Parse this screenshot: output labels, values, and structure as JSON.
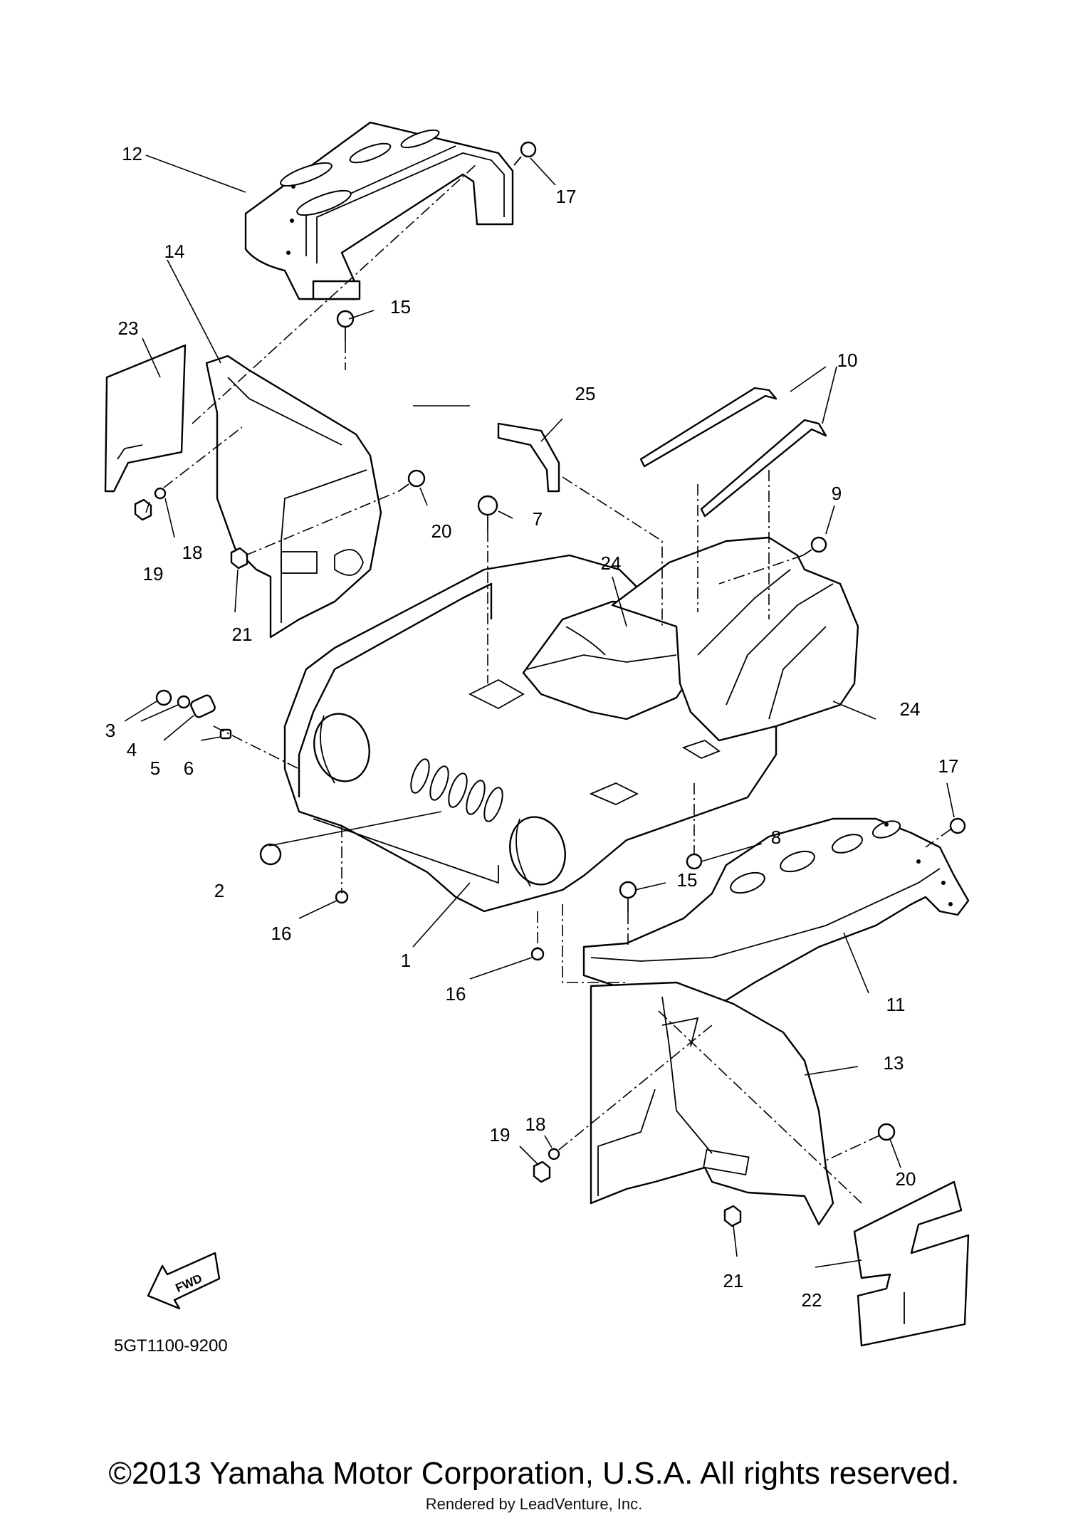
{
  "diagram": {
    "code": "5GT1100-9200",
    "fwd_label": "FWD",
    "callouts": [
      {
        "id": "c1",
        "label": "1"
      },
      {
        "id": "c2",
        "label": "2"
      },
      {
        "id": "c3",
        "label": "3"
      },
      {
        "id": "c4",
        "label": "4"
      },
      {
        "id": "c5",
        "label": "5"
      },
      {
        "id": "c6",
        "label": "6"
      },
      {
        "id": "c7",
        "label": "7"
      },
      {
        "id": "c8",
        "label": "8"
      },
      {
        "id": "c9",
        "label": "9"
      },
      {
        "id": "c10",
        "label": "10"
      },
      {
        "id": "c11",
        "label": "11"
      },
      {
        "id": "c12",
        "label": "12"
      },
      {
        "id": "c13",
        "label": "13"
      },
      {
        "id": "c14",
        "label": "14"
      },
      {
        "id": "c15a",
        "label": "15"
      },
      {
        "id": "c15b",
        "label": "15"
      },
      {
        "id": "c16a",
        "label": "16"
      },
      {
        "id": "c16b",
        "label": "16"
      },
      {
        "id": "c17a",
        "label": "17"
      },
      {
        "id": "c17b",
        "label": "17"
      },
      {
        "id": "c18a",
        "label": "18"
      },
      {
        "id": "c18b",
        "label": "18"
      },
      {
        "id": "c19a",
        "label": "19"
      },
      {
        "id": "c19b",
        "label": "19"
      },
      {
        "id": "c20a",
        "label": "20"
      },
      {
        "id": "c20b",
        "label": "20"
      },
      {
        "id": "c21a",
        "label": "21"
      },
      {
        "id": "c21b",
        "label": "21"
      },
      {
        "id": "c22",
        "label": "22"
      },
      {
        "id": "c23",
        "label": "23"
      },
      {
        "id": "c24a",
        "label": "24"
      },
      {
        "id": "c24b",
        "label": "24"
      },
      {
        "id": "c25",
        "label": "25"
      }
    ]
  },
  "footer": {
    "copyright": "©2013 Yamaha Motor Corporation, U.S.A. All rights reserved.",
    "rendered_by": "Rendered by LeadVenture, Inc."
  }
}
